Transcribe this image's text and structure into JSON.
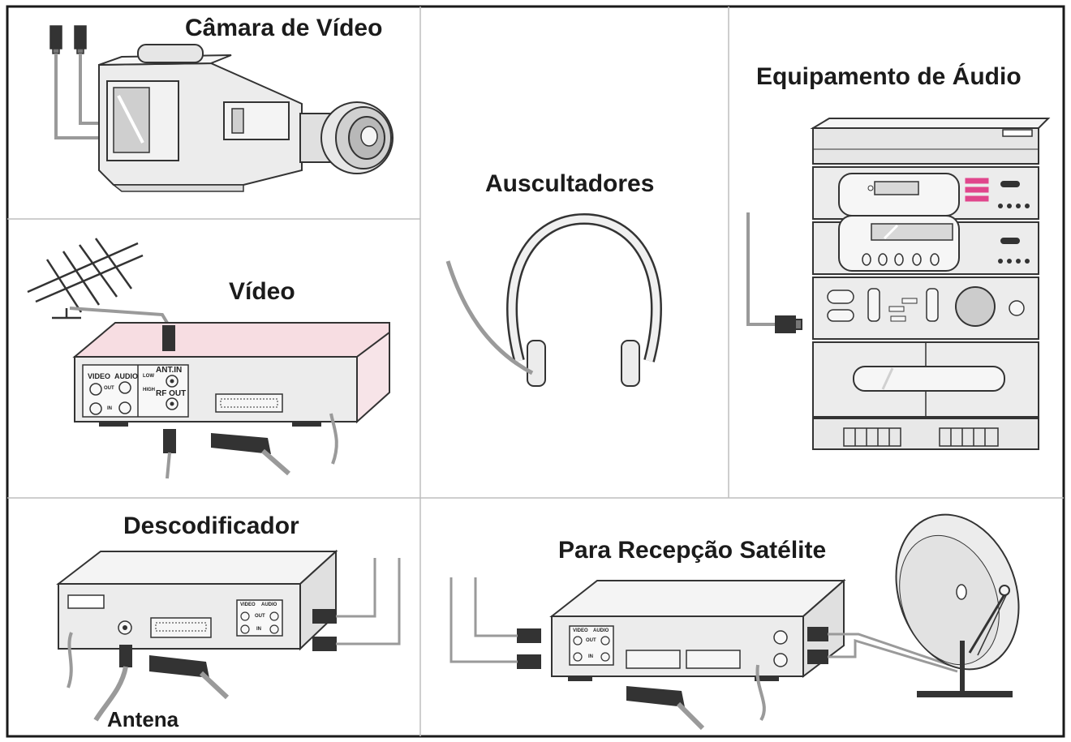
{
  "panels": {
    "camcorder": {
      "title": "Câmara de Vídeo"
    },
    "headphones": {
      "title": "Auscultadores"
    },
    "audio": {
      "title": "Equipamento de Áudio"
    },
    "vcr": {
      "title": "Vídeo",
      "labels": {
        "video": "VIDEO",
        "audio": "AUDIO",
        "out": "OUT",
        "in": "IN",
        "ant_in": "ANT.IN",
        "rf_out": "RF OUT",
        "low": "LOW",
        "high": "HIGH"
      }
    },
    "decoder": {
      "title": "Descodificador",
      "antenna_label": "Antena",
      "labels": {
        "video": "VIDEO",
        "audio": "AUDIO",
        "out": "OUT",
        "in": "IN"
      }
    },
    "satellite": {
      "title": "Para Recepção Satélite",
      "labels": {
        "video": "VIDEO",
        "audio": "AUDIO",
        "out": "OUT",
        "in": "IN"
      }
    }
  },
  "colors": {
    "border": "#1a1a1a",
    "divider": "#bdbdbd",
    "device_fill": "#ececec",
    "device_stroke": "#333333",
    "cable": "#9a9a9a",
    "accent_pink": "#e0468c",
    "vcr_tint": "#f7dde2"
  }
}
